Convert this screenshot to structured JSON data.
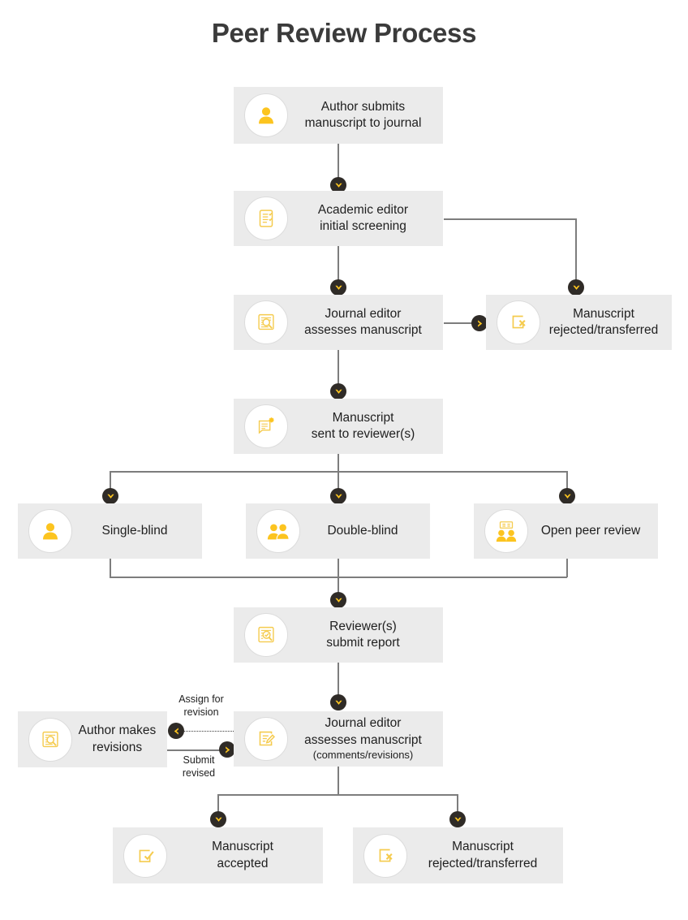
{
  "title": "Peer Review Process",
  "theme": {
    "accent": "#fcc41f",
    "accent_light": "#f7d37a",
    "box_bg": "#ebebeb",
    "badge_bg": "#ffffff",
    "badge_border": "#dcdcdc",
    "line": "#7d7d7d",
    "arrow_bg": "#2f2b27",
    "text": "#1f1f1f",
    "title_color": "#3b3b3b"
  },
  "nodes": {
    "author_submits": {
      "label": "Author submits\nmanuscript to journal",
      "icon": "person-icon"
    },
    "academic_editor": {
      "label": "Academic editor\ninitial screening",
      "icon": "checklist-document-icon"
    },
    "journal_editor_1": {
      "label": "Journal editor\nassesses manuscript",
      "icon": "document-magnifier-icon"
    },
    "rejected_top": {
      "label": "Manuscript\nrejected/transferred",
      "icon": "document-x-icon"
    },
    "sent_reviewers": {
      "label": "Manuscript\nsent to reviewer(s)",
      "icon": "document-sparkle-icon"
    },
    "single_blind": {
      "label": "Single-blind",
      "icon": "person-icon"
    },
    "double_blind": {
      "label": "Double-blind",
      "icon": "two-people-icon"
    },
    "open_review": {
      "label": "Open peer review",
      "icon": "people-presentation-icon"
    },
    "submit_report": {
      "label": "Reviewer(s)\nsubmit report",
      "icon": "document-review-check-icon"
    },
    "author_revisions": {
      "label": "Author makes\nrevisions",
      "icon": "document-magnifier-icon"
    },
    "journal_editor_2": {
      "label": "Journal editor\nassesses manuscript",
      "sub": "(comments/revisions)",
      "icon": "document-pencil-icon"
    },
    "accepted": {
      "label": "Manuscript\naccepted",
      "icon": "document-check-icon"
    },
    "rejected_bottom": {
      "label": "Manuscript\nrejected/transferred",
      "icon": "document-x-icon"
    }
  },
  "edge_labels": {
    "assign_for_revision": "Assign for\nrevision",
    "submit_revised": "Submit\nrevised"
  },
  "arrows": {
    "down_glyph": "chevron-down",
    "right_glyph": "chevron-right",
    "left_glyph": "chevron-left"
  }
}
